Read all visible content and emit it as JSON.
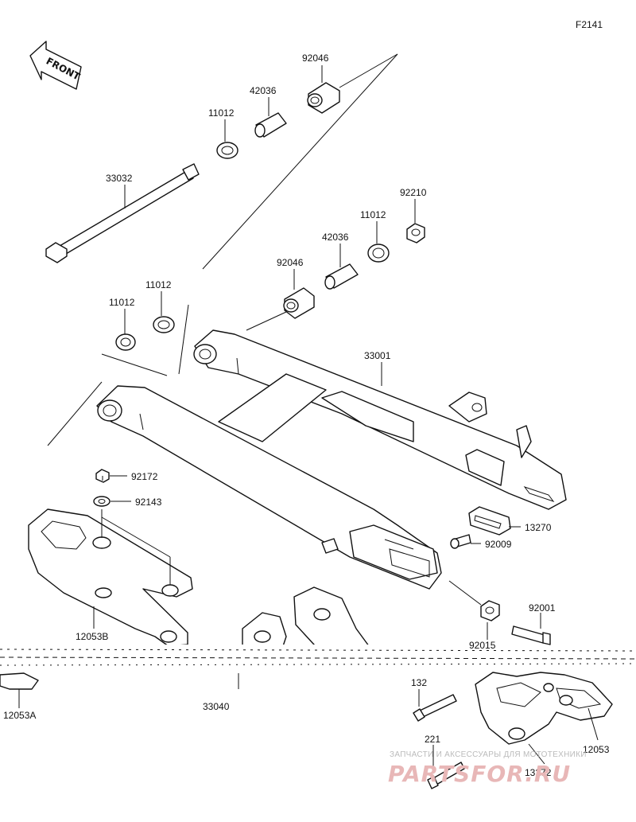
{
  "diagram_id": "F2141",
  "front_label": "FRONT",
  "labels": {
    "top_92046": "92046",
    "top_42036": "42036",
    "top_11012": "11012",
    "shaft_33032": "33032",
    "nut_92210": "92210",
    "mid_11012_right": "11012",
    "mid_42036": "42036",
    "mid_92046": "92046",
    "left_11012_upper": "11012",
    "left_11012_lower": "11012",
    "swingarm_33001": "33001",
    "bolt_92172": "92172",
    "washer_92143": "92143",
    "plate_13270": "13270",
    "screw_92009": "92009",
    "nut_92015": "92015",
    "bolt_92001": "92001",
    "guide_12053B": "12053B",
    "guard_12053A": "12053A",
    "part_33040": "33040",
    "bolt_132": "132",
    "bolt_221": "221",
    "guide_12053": "12053",
    "plate_13272": "13272"
  },
  "watermark": {
    "caption": "ЗАПЧАСТИ И АКСЕССУАРЫ ДЛЯ МОТОТЕХНИКИ",
    "logo": "PARTSFOR.RU"
  }
}
